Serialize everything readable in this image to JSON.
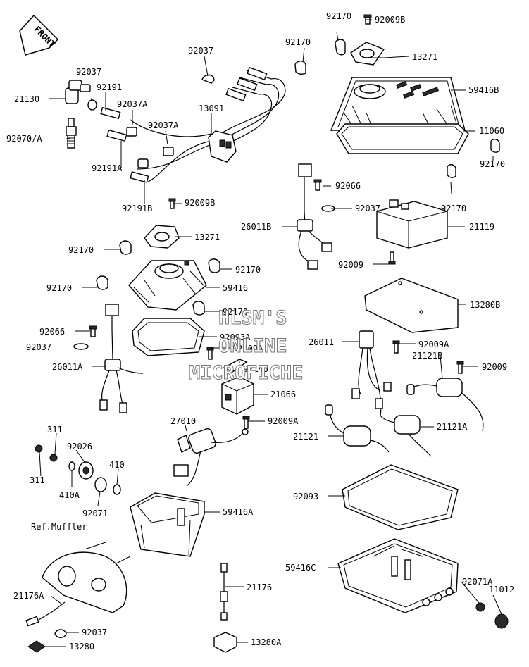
{
  "front_badge": "FRONT",
  "watermark": [
    "HLSM'S",
    "ONLINE",
    "MICROFICHE"
  ],
  "ref_note": "Ref.Muffler",
  "labels": {
    "p92170_top": "92170",
    "p92009B_top": "92009B",
    "p92037_top": "92037",
    "p13271_top": "13271",
    "p92170_mid": "92170",
    "p59416B": "59416B",
    "p92037_a": "92037",
    "p92191": "92191",
    "p21130": "21130",
    "p92037A_1": "92037A",
    "p13091": "13091",
    "p11060": "11060",
    "p92037A_2": "92037A",
    "p92070A": "92070/A",
    "p92191A": "92191A",
    "p92170_r1": "92170",
    "p92066_mid": "92066",
    "p92037_mid": "92037",
    "p92191B": "92191B",
    "p92009B_mid": "92009B",
    "p92170_r2": "92170",
    "p26011B": "26011B",
    "p21119": "21119",
    "p13271_mid": "13271",
    "p92170_l1": "92170",
    "p92170_c1": "92170",
    "p92009_mid": "92009",
    "p92170_l2": "92170",
    "p59416": "59416",
    "p13280B": "13280B",
    "p92170_c2": "92170",
    "p92066_left": "92066",
    "p92093A": "92093A",
    "p92037_left": "92037",
    "p92009A_c": "92009A",
    "p26011": "26011",
    "p92009A_r": "92009A",
    "p21121B": "21121B",
    "p26011A": "26011A",
    "p92145": "92145",
    "p92009_r": "92009",
    "p21066": "21066",
    "p27010": "27010",
    "p92009A_b": "92009A",
    "p21121A": "21121A",
    "p311_a": "311",
    "p92026": "92026",
    "p21121": "21121",
    "p410": "410",
    "p311_b": "311",
    "p410A": "410A",
    "p92093": "92093",
    "p92071": "92071",
    "p59416A": "59416A",
    "p59416C": "59416C",
    "p92071A": "92071A",
    "p11012": "11012",
    "p21176": "21176",
    "p21176A": "21176A",
    "p92037_bot": "92037",
    "p13280A": "13280A",
    "p13280": "13280"
  }
}
